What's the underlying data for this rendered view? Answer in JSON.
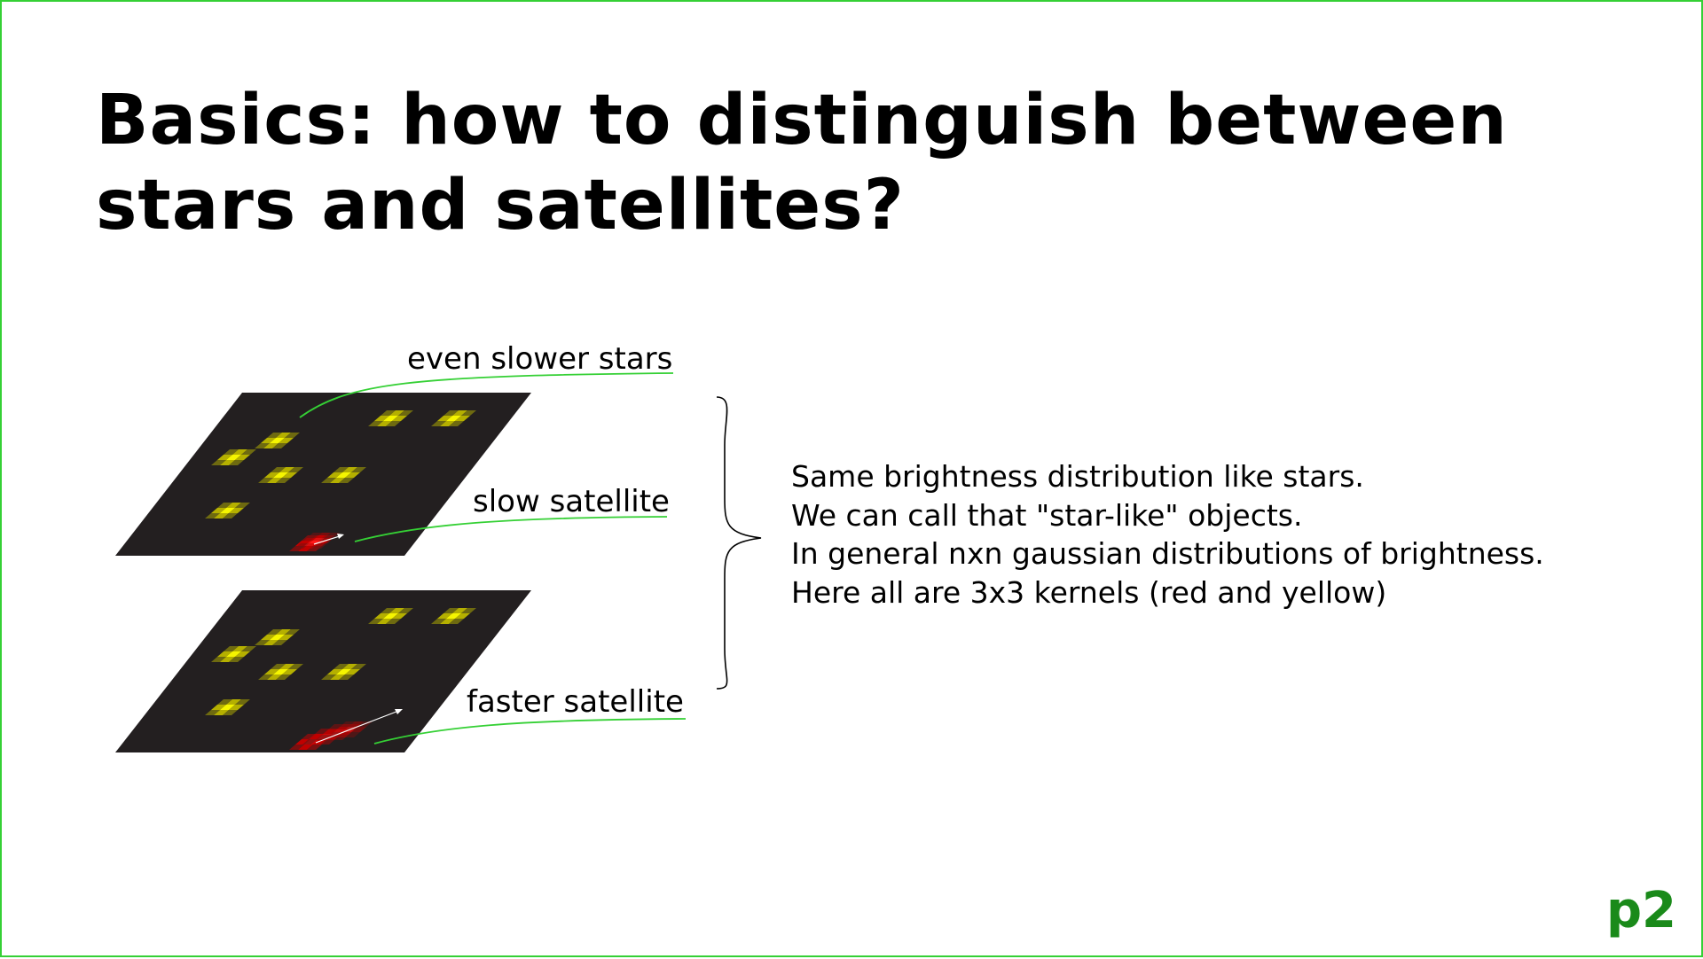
{
  "slide": {
    "title_lines": [
      "Basics: how to distinguish between",
      "stars and satellites?"
    ],
    "page_number": "p2"
  },
  "diagram": {
    "labels": {
      "even_slower_stars": "even slower stars",
      "slow_satellite": "slow satellite",
      "faster_satellite": "faster satellite"
    },
    "colors": {
      "frame_background": "#231f20",
      "star_kernel": "#e8e800",
      "satellite_kernel": "#e00000",
      "callout_line": "#35d035",
      "slide_border": "#35d035",
      "page_number": "#1a8a1a"
    }
  },
  "description": {
    "lines": [
      "Same brightness distribution like stars.",
      "We can call that \"star-like\" objects.",
      "In general nxn gaussian distributions of brightness.",
      "Here all are 3x3 kernels (red and yellow)"
    ]
  }
}
